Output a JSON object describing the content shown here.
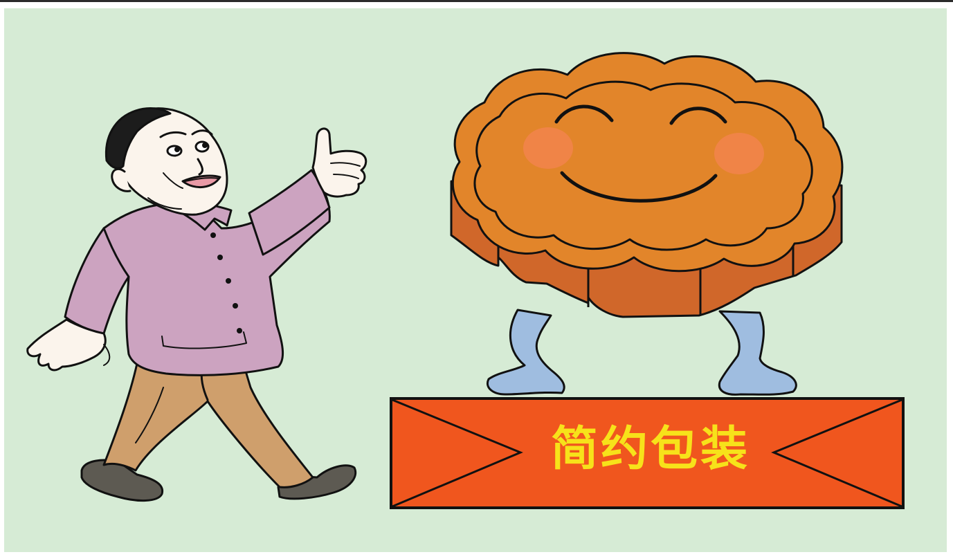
{
  "banner": {
    "text": "简约包装"
  },
  "colors": {
    "background": "#d6ebd5",
    "mooncake_top": "#e2852a",
    "mooncake_side": "#d0672a",
    "cheeks": "#f2844a",
    "legs": "#9fbde0",
    "banner_fill": "#f0561e",
    "banner_text": "#f7e21a",
    "shirt": "#cca3c0",
    "trousers": "#cf9f6c",
    "skin": "#fbf4ec",
    "hair": "#1c1c1c",
    "shoes": "#5d5a52"
  },
  "illustration": {
    "subjects": [
      "smiling-man-thumbs-up",
      "smiling-mooncake-character"
    ]
  }
}
